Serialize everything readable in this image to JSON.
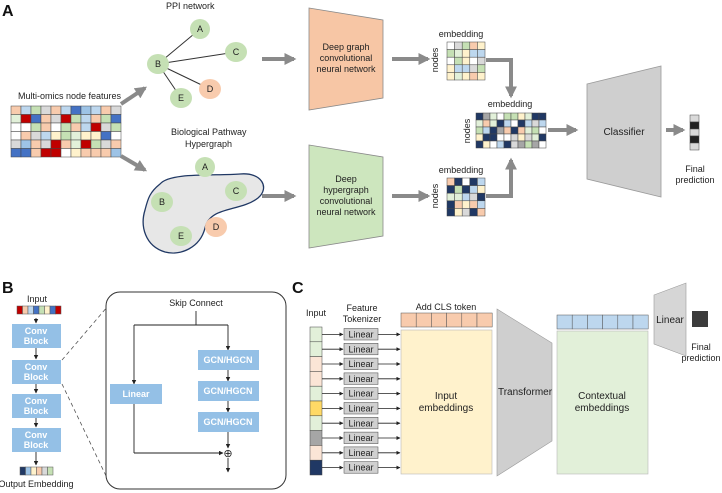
{
  "panels": {
    "a": "A",
    "b": "B",
    "c": "C"
  },
  "panel_a": {
    "ppi_title": "PPI network",
    "node_features": "Multi-omics node features",
    "hypergraph_title_1": "Biological Pathway",
    "hypergraph_title_2": "Hypergraph",
    "nodes": [
      "A",
      "B",
      "C",
      "D",
      "E"
    ],
    "gcn_lines": [
      "Deep graph",
      "convolutional",
      "neural network"
    ],
    "hgcn_lines": [
      "Deep",
      "hypergraph",
      "convolutional",
      "neural network"
    ],
    "embedding": "embedding",
    "nodes_label": "nodes",
    "classifier": "Classifier",
    "final_1": "Final",
    "final_2": "prediction"
  },
  "panel_b": {
    "input": "Input",
    "conv1": "Conv",
    "conv2": "Block",
    "skip": "Skip Connect",
    "gcn": "GCN/HGCN",
    "linear": "Linear",
    "plus": "⊕",
    "output": "Output Embedding"
  },
  "panel_c": {
    "input": "Input",
    "feature_1": "Feature",
    "feature_2": "Tokenizer",
    "linear": "Linear",
    "cls": "Add CLS token",
    "input_emb_1": "Input",
    "input_emb_2": "embeddings",
    "transformer": "Transformer",
    "ctx_1": "Contextual",
    "ctx_2": "embeddings",
    "head_linear": "Linear",
    "final_1": "Final",
    "final_2": "prediction"
  },
  "colors": {
    "gcn_fill": "#f7c6a5",
    "hgcn_fill": "#cde6be",
    "block_blue": "#94c0e6",
    "classifier_gray": "#cfcfcf",
    "node_green": "#c5e0b4",
    "node_orange": "#f8cbad",
    "input_emb_fill": "#fff2cc",
    "ctx_fill": "#e2f0d9",
    "cls_fill": "#f8cbad",
    "ctx_token_fill": "#bdd7ee"
  }
}
